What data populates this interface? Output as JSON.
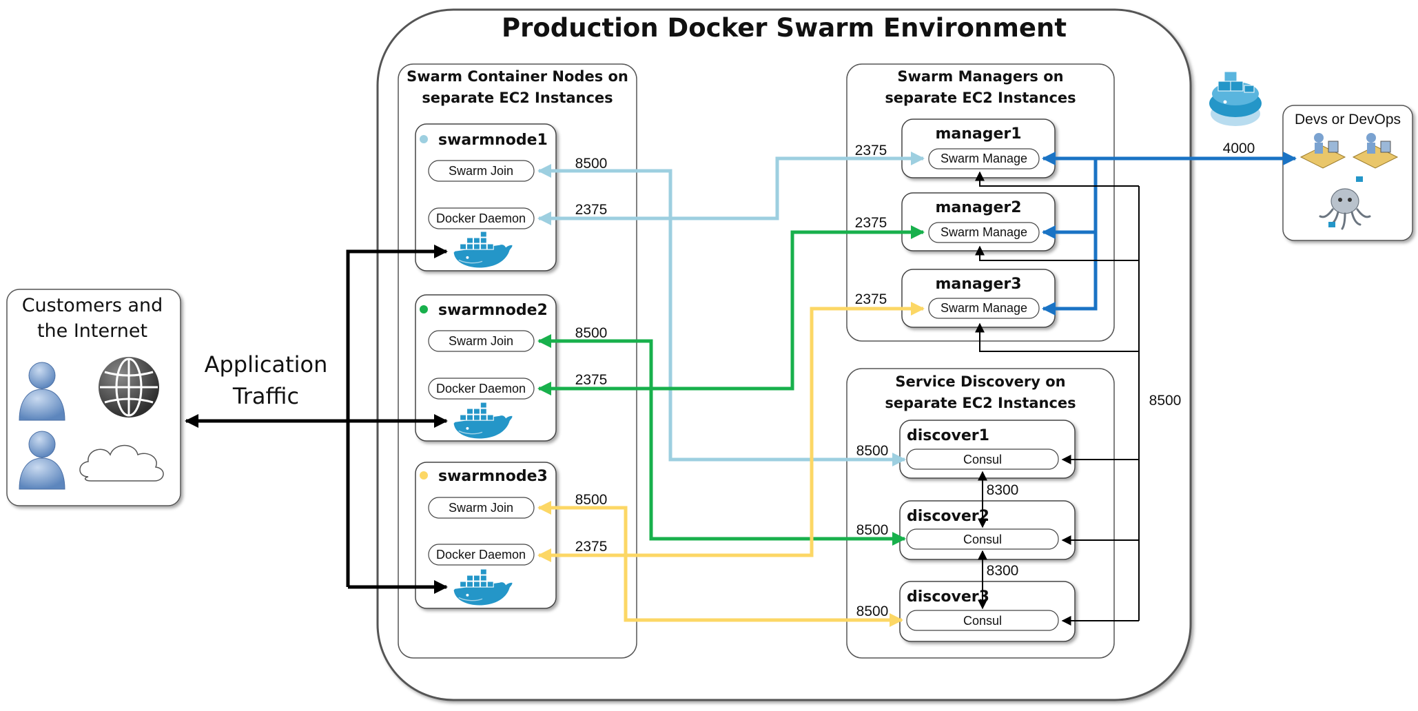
{
  "title": "Production Docker Swarm Environment",
  "customers": {
    "label_line1": "Customers and",
    "label_line2": "the Internet"
  },
  "application_traffic": {
    "line1": "Application",
    "line2": "Traffic"
  },
  "container_nodes": {
    "header_line1": "Swarm Container Nodes on",
    "header_line2": "separate EC2 Instances",
    "nodes": [
      {
        "name": "swarmnode1",
        "dot_color": "#9dcfe0",
        "join_label": "Swarm Join",
        "daemon_label": "Docker Daemon",
        "join_port": "8500",
        "daemon_port": "2375"
      },
      {
        "name": "swarmnode2",
        "dot_color": "#18b04c",
        "join_label": "Swarm Join",
        "daemon_label": "Docker Daemon",
        "join_port": "8500",
        "daemon_port": "2375"
      },
      {
        "name": "swarmnode3",
        "dot_color": "#fcd765",
        "join_label": "Swarm Join",
        "daemon_label": "Docker Daemon",
        "join_port": "8500",
        "daemon_port": "2375"
      }
    ]
  },
  "managers": {
    "header_line1": "Swarm Managers on",
    "header_line2": "separate EC2 Instances",
    "nodes": [
      {
        "name": "manager1",
        "service": "Swarm Manage",
        "port": "2375"
      },
      {
        "name": "manager2",
        "service": "Swarm Manage",
        "port": "2375"
      },
      {
        "name": "manager3",
        "service": "Swarm Manage",
        "port": "2375"
      }
    ]
  },
  "discovery": {
    "header_line1": "Service Discovery on",
    "header_line2": "separate EC2 Instances",
    "nodes": [
      {
        "name": "discover1",
        "service": "Consul",
        "port": "8500"
      },
      {
        "name": "discover2",
        "service": "Consul",
        "port": "8500"
      },
      {
        "name": "discover3",
        "service": "Consul",
        "port": "8500"
      }
    ],
    "gossip_port_1": "8300",
    "gossip_port_2": "8300"
  },
  "manager_discovery_port": "8500",
  "devops": {
    "label": "Devs or DevOps",
    "port": "4000"
  },
  "colors": {
    "node1": "#9dcfe0",
    "node2": "#18b04c",
    "node3": "#fcd765",
    "manager_link": "#1a73c4",
    "docker_blue": "#2496c8"
  }
}
